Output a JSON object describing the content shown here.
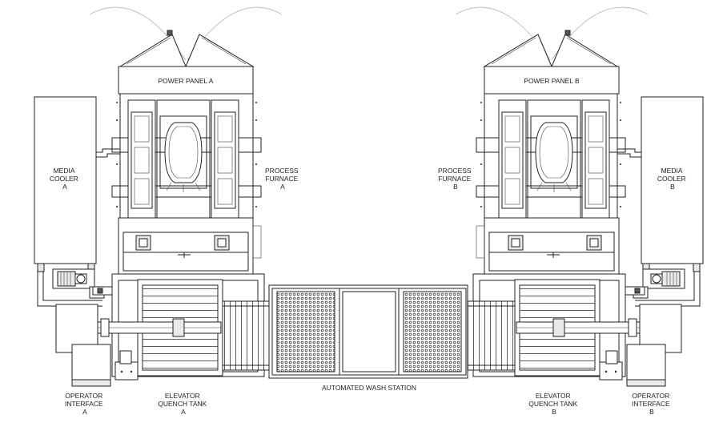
{
  "labels": {
    "power_panel_a": "POWER PANEL A",
    "power_panel_b": "POWER PANEL B",
    "media_cooler_a": [
      "MEDIA",
      "COOLER",
      "A"
    ],
    "media_cooler_b": [
      "MEDIA",
      "COOLER",
      "B"
    ],
    "process_furnace_a": [
      "PROCESS",
      "FURNACE",
      "A"
    ],
    "process_furnace_b": [
      "PROCESS",
      "FURNACE",
      "B"
    ],
    "operator_interface_a": [
      "OPERATOR",
      "INTERFACE",
      "A"
    ],
    "operator_interface_b": [
      "OPERATOR",
      "INTERFACE",
      "B"
    ],
    "elevator_quench_tank_a": [
      "ELEVATOR",
      "QUENCH TANK",
      "A"
    ],
    "elevator_quench_tank_b": [
      "ELEVATOR",
      "QUENCH TANK",
      "B"
    ],
    "automated_wash_station": "AUTOMATED WASH STATION"
  }
}
